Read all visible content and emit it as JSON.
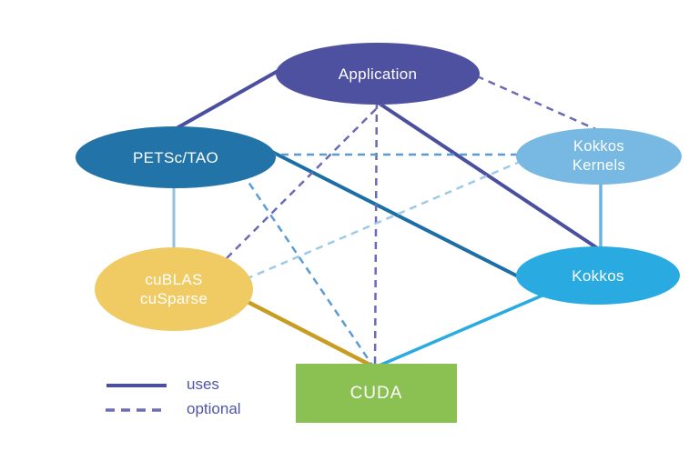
{
  "diagram": {
    "background_color": "#ffffff",
    "nodes": {
      "application": {
        "label": "Application",
        "shape": "ellipse",
        "fill": "#4d51a0",
        "text_color": "#ffffff"
      },
      "petsc_tao": {
        "label": "PETSc/TAO",
        "shape": "ellipse",
        "fill": "#2173a8",
        "text_color": "#ffffff"
      },
      "kokkos_kernels": {
        "label_line1": "Kokkos",
        "label_line2": "Kernels",
        "shape": "ellipse",
        "fill": "#77b9e2",
        "text_color": "#ffffff"
      },
      "cublas_cusparse": {
        "label_line1": "cuBLAS",
        "label_line2": "cuSparse",
        "shape": "ellipse",
        "fill": "#f0ca63",
        "text_color": "#ffffff"
      },
      "kokkos": {
        "label": "Kokkos",
        "shape": "ellipse",
        "fill": "#29abe2",
        "text_color": "#ffffff"
      },
      "cuda": {
        "label": "CUDA",
        "shape": "rect",
        "fill": "#8bc152",
        "text_color": "#ffffff"
      }
    },
    "edges": [
      {
        "from": "application",
        "to": "petsc_tao",
        "type": "uses",
        "color": "#4a4fa0"
      },
      {
        "from": "application",
        "to": "kokkos",
        "type": "uses",
        "color": "#4a4fa0"
      },
      {
        "from": "application",
        "to": "kokkos_kernels",
        "type": "optional",
        "color": "#6a6ab5"
      },
      {
        "from": "application",
        "to": "cublas_cusparse",
        "type": "optional",
        "color": "#6a6ab5"
      },
      {
        "from": "application",
        "to": "cuda",
        "type": "optional",
        "color": "#6a6ab5"
      },
      {
        "from": "petsc_tao",
        "to": "cublas_cusparse",
        "type": "uses",
        "color": "#94bedd"
      },
      {
        "from": "petsc_tao",
        "to": "kokkos",
        "type": "uses",
        "color": "#1b6ea6"
      },
      {
        "from": "petsc_tao",
        "to": "kokkos_kernels",
        "type": "optional",
        "color": "#5b9bd5"
      },
      {
        "from": "petsc_tao",
        "to": "cuda",
        "type": "optional",
        "color": "#5b9bd5"
      },
      {
        "from": "kokkos_kernels",
        "to": "kokkos",
        "type": "uses",
        "color": "#6fb0dd"
      },
      {
        "from": "cublas_cusparse",
        "to": "kokkos_kernels",
        "type": "optional",
        "color": "#9dcae8"
      },
      {
        "from": "cublas_cusparse",
        "to": "cuda",
        "type": "uses",
        "color": "#c79d23"
      },
      {
        "from": "kokkos",
        "to": "cuda",
        "type": "uses",
        "color": "#29abe2"
      }
    ],
    "legend": {
      "uses_label": "uses",
      "optional_label": "optional",
      "solid_color": "#4a4fa0",
      "dashed_color": "#6a6fb5",
      "text_color": "#5055a5"
    }
  }
}
